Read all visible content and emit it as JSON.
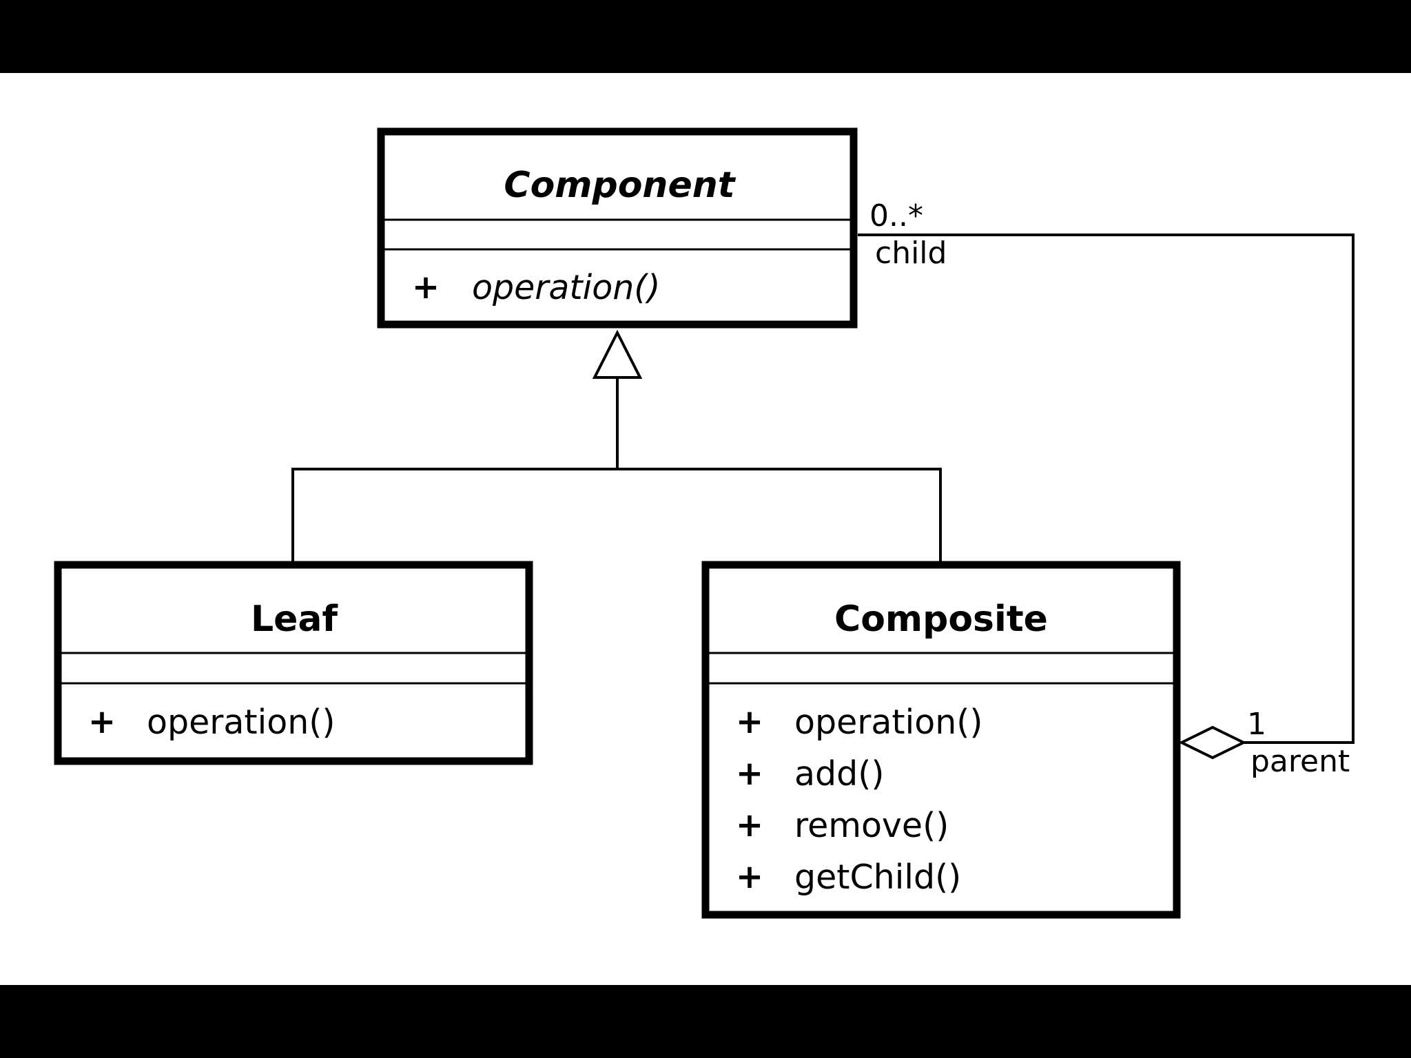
{
  "colors": {
    "frame": "#000000",
    "background": "#ffffff",
    "ink": "#000000"
  },
  "classes": {
    "component": {
      "name": "Component",
      "abstract": true,
      "operations": [
        {
          "visibility": "+",
          "name": "operation()",
          "abstract": true
        }
      ]
    },
    "leaf": {
      "name": "Leaf",
      "abstract": false,
      "operations": [
        {
          "visibility": "+",
          "name": "operation()",
          "abstract": false
        }
      ]
    },
    "composite": {
      "name": "Composite",
      "abstract": false,
      "operations": [
        {
          "visibility": "+",
          "name": "operation()",
          "abstract": false
        },
        {
          "visibility": "+",
          "name": "add()",
          "abstract": false
        },
        {
          "visibility": "+",
          "name": "remove()",
          "abstract": false
        },
        {
          "visibility": "+",
          "name": "getChild()",
          "abstract": false
        }
      ]
    }
  },
  "relations": {
    "generalization": {
      "parent": "Component",
      "children": [
        "Leaf",
        "Composite"
      ],
      "arrowhead": "hollow-triangle"
    },
    "aggregation": {
      "child_end": {
        "multiplicity": "0..*",
        "role": "child"
      },
      "parent_end": {
        "multiplicity": "1",
        "role": "parent"
      },
      "marker": "hollow-diamond"
    }
  }
}
